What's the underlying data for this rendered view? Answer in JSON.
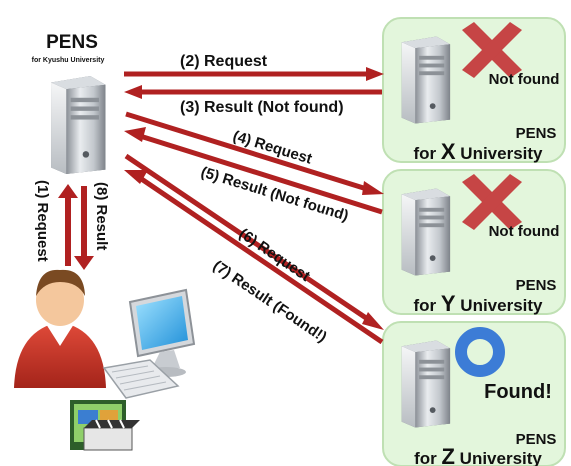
{
  "client": {
    "title": "PENS",
    "subtitle": "for Kyushu University",
    "req_label": "(1) Request",
    "res_label": "(8) Result"
  },
  "servers": [
    {
      "line1": "PENS",
      "line2_prefix": "for ",
      "letter": "X",
      "line2_suffix": " University",
      "status": "Not found"
    },
    {
      "line1": "PENS",
      "line2_prefix": "for ",
      "letter": "Y",
      "line2_suffix": " University",
      "status": "Not found"
    },
    {
      "line1": "PENS",
      "line2_prefix": "for ",
      "letter": "Z",
      "line2_suffix": " University",
      "status": "Found!"
    }
  ],
  "messages": [
    {
      "label": "(2)  Request"
    },
    {
      "label": "(3)  Result (Not found)"
    },
    {
      "label": "(4)  Request"
    },
    {
      "label": "(5)  Result (Not found)"
    },
    {
      "label": "(6)  Request"
    },
    {
      "label": "(7)  Result (Found!)"
    }
  ],
  "colors": {
    "arrow": "#b02121",
    "arrow_light": "#e06a6a",
    "panel": "#e3f6dc",
    "cross": "#c64545",
    "ring": "#3c7cd6"
  },
  "icons": [
    "server-icon",
    "user-icon",
    "monitor-icon",
    "keyboard-icon",
    "video-icon",
    "cross-icon",
    "ring-icon"
  ]
}
